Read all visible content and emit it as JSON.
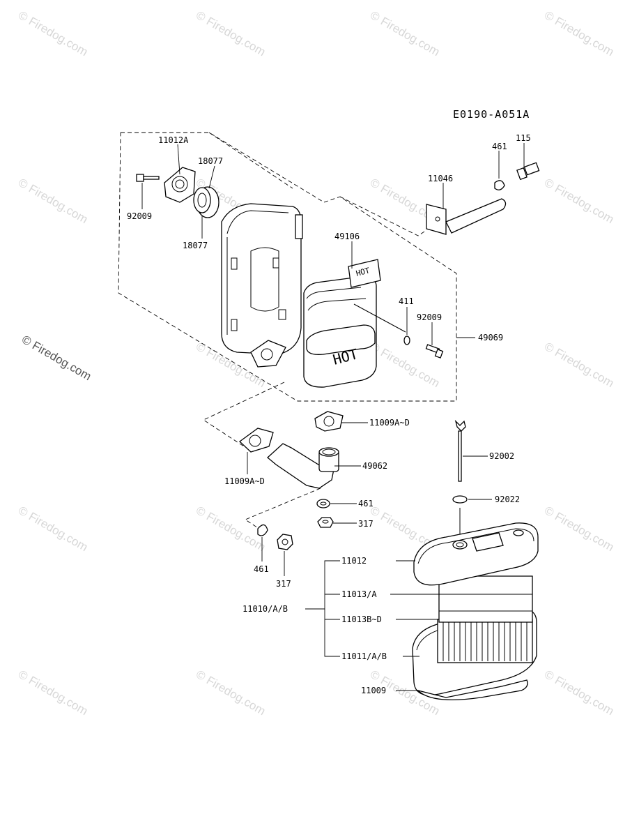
{
  "diagram_code": "E0190-A051A",
  "watermark": "© Firedog.com",
  "part_labels": {
    "p11012A": "11012A",
    "p18077_top": "18077",
    "p92009_left": "92009",
    "p18077_bottom": "18077",
    "p115": "115",
    "p461_top": "461",
    "p11046": "11046",
    "p49106": "49106",
    "p411": "411",
    "p92009_right": "92009",
    "p49069": "49069",
    "p11009AD_top": "11009A~D",
    "p49062": "49062",
    "p11009AD_left": "11009A~D",
    "p92002": "92002",
    "p461_mid": "461",
    "p317_mid": "317",
    "p461_bottom": "461",
    "p317_bottom": "317",
    "p92022": "92022",
    "p11012": "11012",
    "p11013A": "11013/A",
    "p11010AB": "11010/A/B",
    "p11013BD": "11013B~D",
    "p11011AB": "11011/A/B",
    "p11009": "11009"
  },
  "stamp_text": "HOT"
}
